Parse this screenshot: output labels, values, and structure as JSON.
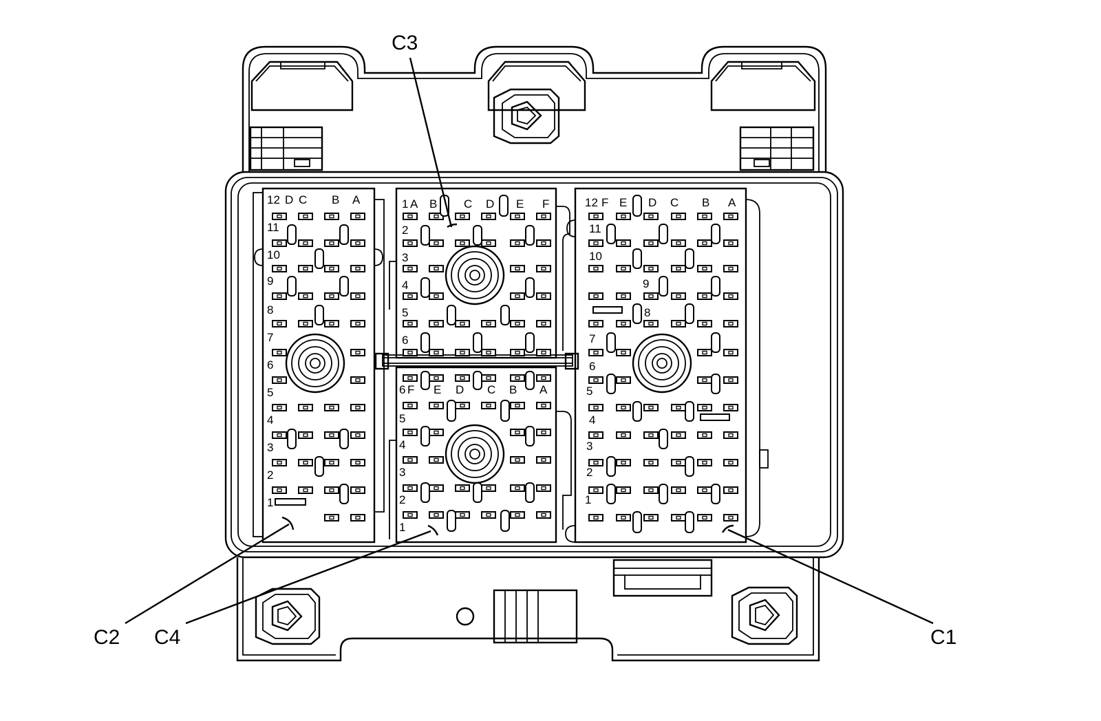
{
  "connectors": {
    "c1": "C1",
    "c2": "C2",
    "c3": "C3",
    "c4": "C4"
  },
  "c2_block": {
    "row_labels": [
      "12",
      "11",
      "10",
      "9",
      "8",
      "7",
      "6",
      "5",
      "4",
      "3",
      "2",
      "1"
    ],
    "col_labels": [
      "D",
      "C",
      "B",
      "A"
    ]
  },
  "c3_block": {
    "row_labels": [
      "1",
      "2",
      "3",
      "4",
      "5",
      "6"
    ],
    "col_labels": [
      "A",
      "B",
      "C",
      "D",
      "E",
      "F"
    ]
  },
  "c4_block": {
    "row_labels": [
      "6",
      "5",
      "4",
      "3",
      "2",
      "1"
    ],
    "col_labels": [
      "F",
      "E",
      "D",
      "C",
      "B",
      "A"
    ]
  },
  "c1_block": {
    "row_labels": [
      "12",
      "11",
      "10",
      "9",
      "8",
      "7",
      "6",
      "5",
      "4",
      "3",
      "2",
      "1"
    ],
    "col_labels": [
      "F",
      "E",
      "D",
      "C",
      "B",
      "A"
    ]
  }
}
